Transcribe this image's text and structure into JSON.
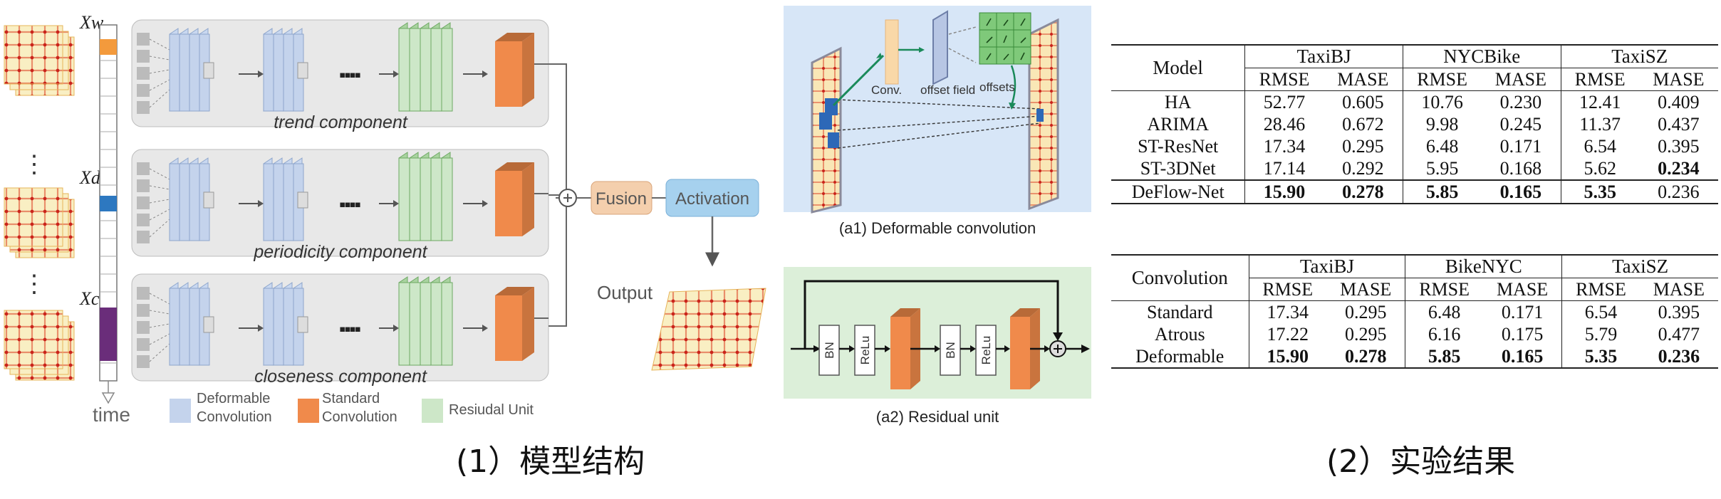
{
  "architecture": {
    "input_labels": [
      "Xw",
      "Xd",
      "Xc"
    ],
    "time_label": "time",
    "dots": "⋮",
    "components": [
      "trend component",
      "periodicity component",
      "closeness component"
    ],
    "ellipsis": "▪▪▪▪",
    "fusion": "Fusion",
    "activation": "Activation",
    "output": "Output",
    "legend": [
      {
        "label": [
          "Deformable",
          "Convolution"
        ],
        "color": "#c4d3ec"
      },
      {
        "label": [
          "Standard",
          "Convolution"
        ],
        "color": "#f08a4b"
      },
      {
        "label": [
          "Resiudal Unit"
        ],
        "color": "#cde7c8"
      }
    ]
  },
  "deformable_panel": {
    "conv_label": "Conv.",
    "offset_field_label": "offset field",
    "offsets_label": "offsets",
    "caption": "(a1) Deformable convolution",
    "bg_color": "#d7e6f7"
  },
  "residual_panel": {
    "bn": "BN",
    "relu": "ReLu",
    "caption": "(a2) Residual unit",
    "bg_color": "#dcefd9"
  },
  "captions": {
    "left": "(1）模型结构",
    "right": "(2）实验结果"
  },
  "table1": {
    "header": [
      "Model",
      "TaxiBJ",
      "NYCBike",
      "TaxiSZ"
    ],
    "sub": [
      "RMSE",
      "MASE",
      "RMSE",
      "MASE",
      "RMSE",
      "MASE"
    ],
    "rows": [
      {
        "name": "HA",
        "vals": [
          "52.77",
          "0.605",
          "10.76",
          "0.230",
          "12.41",
          "0.409"
        ],
        "bold": []
      },
      {
        "name": "ARIMA",
        "vals": [
          "28.46",
          "0.672",
          "9.98",
          "0.245",
          "11.37",
          "0.437"
        ],
        "bold": []
      },
      {
        "name": "ST-ResNet",
        "vals": [
          "17.34",
          "0.295",
          "6.48",
          "0.171",
          "6.54",
          "0.395"
        ],
        "bold": []
      },
      {
        "name": "ST-3DNet",
        "vals": [
          "17.14",
          "0.292",
          "5.95",
          "0.168",
          "5.62",
          "0.234"
        ],
        "bold": [
          5
        ]
      },
      {
        "name": "DeFlow-Net",
        "vals": [
          "15.90",
          "0.278",
          "5.85",
          "0.165",
          "5.35",
          "0.236"
        ],
        "bold": [
          0,
          1,
          2,
          3,
          4
        ]
      }
    ]
  },
  "table2": {
    "header": [
      "Convolution",
      "TaxiBJ",
      "BikeNYC",
      "TaxiSZ"
    ],
    "sub": [
      "RMSE",
      "MASE",
      "RMSE",
      "MASE",
      "RMSE",
      "MASE"
    ],
    "rows": [
      {
        "name": "Standard",
        "vals": [
          "17.34",
          "0.295",
          "6.48",
          "0.171",
          "6.54",
          "0.395"
        ],
        "bold": []
      },
      {
        "name": "Atrous",
        "vals": [
          "17.22",
          "0.295",
          "6.16",
          "0.175",
          "5.79",
          "0.477"
        ],
        "bold": []
      },
      {
        "name": "Deformable",
        "vals": [
          "15.90",
          "0.278",
          "5.85",
          "0.165",
          "5.35",
          "0.236"
        ],
        "bold": [
          0,
          1,
          2,
          3,
          4,
          5
        ]
      }
    ]
  }
}
